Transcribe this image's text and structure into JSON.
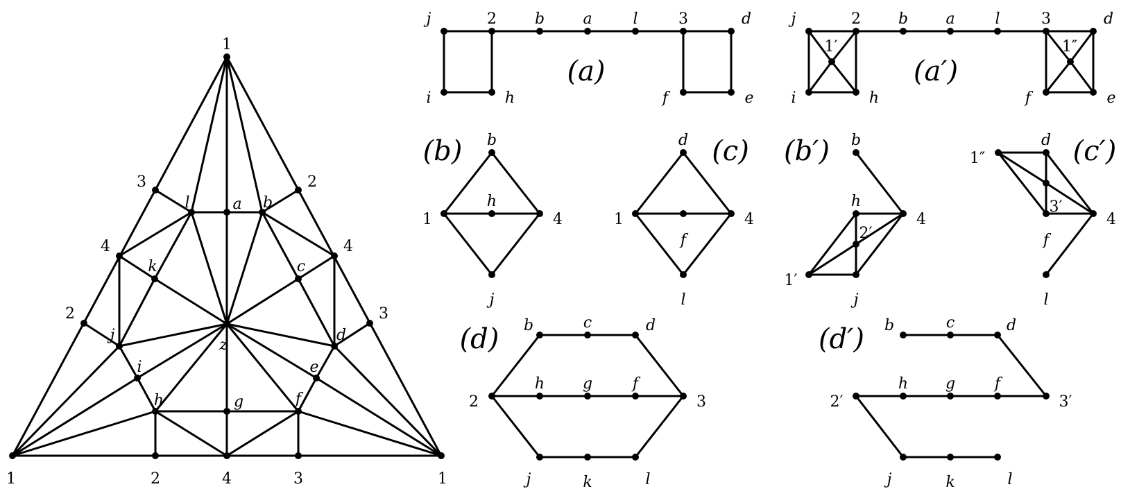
{
  "diagrams": [
    {
      "id": "triangulation",
      "nodes": [
        {
          "id": "t1top",
          "label": "1",
          "style": "num"
        },
        {
          "id": "t1bl",
          "label": "1",
          "style": "num"
        },
        {
          "id": "t1br",
          "label": "1",
          "style": "num"
        },
        {
          "id": "t3L",
          "label": "3",
          "style": "num"
        },
        {
          "id": "t2R",
          "label": "2",
          "style": "num"
        },
        {
          "id": "t4L",
          "label": "4",
          "style": "num"
        },
        {
          "id": "t4R",
          "label": "4",
          "style": "num"
        },
        {
          "id": "t2L",
          "label": "2",
          "style": "num"
        },
        {
          "id": "t3R",
          "label": "3",
          "style": "num"
        },
        {
          "id": "t2B",
          "label": "2",
          "style": "num"
        },
        {
          "id": "t4B",
          "label": "4",
          "style": "num"
        },
        {
          "id": "t3B",
          "label": "3",
          "style": "num"
        },
        {
          "id": "l",
          "label": "l",
          "style": "lbl"
        },
        {
          "id": "a",
          "label": "a",
          "style": "lbl"
        },
        {
          "id": "b",
          "label": "b",
          "style": "lbl"
        },
        {
          "id": "k",
          "label": "k",
          "style": "lbl"
        },
        {
          "id": "c",
          "label": "c",
          "style": "lbl"
        },
        {
          "id": "j",
          "label": "j",
          "style": "lbl"
        },
        {
          "id": "d",
          "label": "d",
          "style": "lbl"
        },
        {
          "id": "z",
          "label": "z",
          "style": "lbl"
        },
        {
          "id": "i",
          "label": "i",
          "style": "lbl"
        },
        {
          "id": "e",
          "label": "e",
          "style": "lbl"
        },
        {
          "id": "h",
          "label": "h",
          "style": "lbl"
        },
        {
          "id": "g",
          "label": "g",
          "style": "lbl"
        },
        {
          "id": "f",
          "label": "f",
          "style": "lbl"
        }
      ],
      "edges": [
        [
          "t1top",
          "t1bl"
        ],
        [
          "t1top",
          "t1br"
        ],
        [
          "t1bl",
          "t1br"
        ],
        [
          "t1top",
          "l"
        ],
        [
          "t1top",
          "a"
        ],
        [
          "t1top",
          "b"
        ],
        [
          "l",
          "a"
        ],
        [
          "a",
          "b"
        ],
        [
          "l",
          "t3L"
        ],
        [
          "b",
          "t2R"
        ],
        [
          "l",
          "t4L"
        ],
        [
          "l",
          "k"
        ],
        [
          "l",
          "z"
        ],
        [
          "a",
          "z"
        ],
        [
          "b",
          "z"
        ],
        [
          "b",
          "c"
        ],
        [
          "b",
          "t4R"
        ],
        [
          "t4L",
          "k"
        ],
        [
          "t4L",
          "j"
        ],
        [
          "t4R",
          "c"
        ],
        [
          "t4R",
          "d"
        ],
        [
          "k",
          "z"
        ],
        [
          "k",
          "j"
        ],
        [
          "c",
          "z"
        ],
        [
          "c",
          "d"
        ],
        [
          "j",
          "t2L"
        ],
        [
          "d",
          "t3R"
        ],
        [
          "j",
          "z"
        ],
        [
          "d",
          "z"
        ],
        [
          "j",
          "t1bl"
        ],
        [
          "d",
          "t1br"
        ],
        [
          "j",
          "i"
        ],
        [
          "d",
          "e"
        ],
        [
          "i",
          "z"
        ],
        [
          "e",
          "z"
        ],
        [
          "i",
          "t1bl"
        ],
        [
          "e",
          "t1br"
        ],
        [
          "i",
          "h"
        ],
        [
          "e",
          "f"
        ],
        [
          "h",
          "z"
        ],
        [
          "f",
          "z"
        ],
        [
          "h",
          "t1bl"
        ],
        [
          "f",
          "t1br"
        ],
        [
          "h",
          "g"
        ],
        [
          "g",
          "f"
        ],
        [
          "g",
          "z"
        ],
        [
          "h",
          "t2B"
        ],
        [
          "h",
          "t4B"
        ],
        [
          "f",
          "t4B"
        ],
        [
          "f",
          "t3B"
        ],
        [
          "g",
          "t4B"
        ],
        [
          "z",
          "t4B"
        ]
      ]
    },
    {
      "id": "a",
      "panel_label": "(a)",
      "nodes": [
        {
          "id": "j",
          "label": "j",
          "style": "lbl"
        },
        {
          "id": "2",
          "label": "2",
          "style": "num"
        },
        {
          "id": "b",
          "label": "b",
          "style": "lbl"
        },
        {
          "id": "a",
          "label": "a",
          "style": "lbl"
        },
        {
          "id": "l",
          "label": "l",
          "style": "lbl"
        },
        {
          "id": "3",
          "label": "3",
          "style": "num"
        },
        {
          "id": "d",
          "label": "d",
          "style": "lbl"
        },
        {
          "id": "i",
          "label": "i",
          "style": "lbl"
        },
        {
          "id": "h",
          "label": "h",
          "style": "lbl"
        },
        {
          "id": "f",
          "label": "f",
          "style": "lbl"
        },
        {
          "id": "e",
          "label": "e",
          "style": "lbl"
        }
      ],
      "edges": [
        [
          "j",
          "2"
        ],
        [
          "2",
          "b"
        ],
        [
          "b",
          "a"
        ],
        [
          "a",
          "l"
        ],
        [
          "l",
          "3"
        ],
        [
          "3",
          "d"
        ],
        [
          "j",
          "i"
        ],
        [
          "i",
          "h"
        ],
        [
          "h",
          "2"
        ],
        [
          "3",
          "f"
        ],
        [
          "f",
          "e"
        ],
        [
          "e",
          "d"
        ]
      ]
    },
    {
      "id": "a-prime",
      "panel_label": "(a′)",
      "nodes": [
        {
          "id": "j",
          "label": "j",
          "style": "lbl"
        },
        {
          "id": "2",
          "label": "2",
          "style": "num"
        },
        {
          "id": "b",
          "label": "b",
          "style": "lbl"
        },
        {
          "id": "a",
          "label": "a",
          "style": "lbl"
        },
        {
          "id": "l",
          "label": "l",
          "style": "lbl"
        },
        {
          "id": "3",
          "label": "3",
          "style": "num"
        },
        {
          "id": "d",
          "label": "d",
          "style": "lbl"
        },
        {
          "id": "i",
          "label": "i",
          "style": "lbl"
        },
        {
          "id": "h",
          "label": "h",
          "style": "lbl"
        },
        {
          "id": "f",
          "label": "f",
          "style": "lbl"
        },
        {
          "id": "e",
          "label": "e",
          "style": "lbl"
        },
        {
          "id": "1p",
          "label": "1′",
          "style": "num"
        },
        {
          "id": "1pp",
          "label": "1″",
          "style": "num"
        }
      ],
      "edges": [
        [
          "j",
          "2"
        ],
        [
          "2",
          "b"
        ],
        [
          "b",
          "a"
        ],
        [
          "a",
          "l"
        ],
        [
          "l",
          "3"
        ],
        [
          "3",
          "d"
        ],
        [
          "j",
          "i"
        ],
        [
          "i",
          "h"
        ],
        [
          "h",
          "2"
        ],
        [
          "3",
          "f"
        ],
        [
          "f",
          "e"
        ],
        [
          "e",
          "d"
        ],
        [
          "j",
          "1p"
        ],
        [
          "1p",
          "h"
        ],
        [
          "2",
          "1p"
        ],
        [
          "1p",
          "i"
        ],
        [
          "3",
          "1pp"
        ],
        [
          "1pp",
          "e"
        ],
        [
          "d",
          "1pp"
        ],
        [
          "1pp",
          "f"
        ]
      ]
    },
    {
      "id": "b",
      "panel_label": "(b)",
      "nodes": [
        {
          "id": "b",
          "label": "b",
          "style": "lbl"
        },
        {
          "id": "1",
          "label": "1",
          "style": "num"
        },
        {
          "id": "h",
          "label": "h",
          "style": "lbl"
        },
        {
          "id": "4",
          "label": "4",
          "style": "num"
        },
        {
          "id": "j",
          "label": "j",
          "style": "lbl"
        }
      ],
      "edges": [
        [
          "b",
          "1"
        ],
        [
          "b",
          "4"
        ],
        [
          "1",
          "h"
        ],
        [
          "h",
          "4"
        ],
        [
          "1",
          "j"
        ],
        [
          "j",
          "4"
        ]
      ]
    },
    {
      "id": "c",
      "panel_label": "(c)",
      "nodes": [
        {
          "id": "d",
          "label": "d",
          "style": "lbl"
        },
        {
          "id": "1",
          "label": "1",
          "style": "num"
        },
        {
          "id": "f",
          "label": "f",
          "style": "lbl"
        },
        {
          "id": "4",
          "label": "4",
          "style": "num"
        },
        {
          "id": "l",
          "label": "l",
          "style": "lbl"
        }
      ],
      "edges": [
        [
          "d",
          "1"
        ],
        [
          "d",
          "4"
        ],
        [
          "1",
          "f"
        ],
        [
          "f",
          "4"
        ],
        [
          "1",
          "l"
        ],
        [
          "l",
          "4"
        ]
      ]
    },
    {
      "id": "b-prime",
      "panel_label": "(b′)",
      "nodes": [
        {
          "id": "b",
          "label": "b",
          "style": "lbl"
        },
        {
          "id": "h",
          "label": "h",
          "style": "lbl"
        },
        {
          "id": "4",
          "label": "4",
          "style": "num"
        },
        {
          "id": "2p",
          "label": "2′",
          "style": "num"
        },
        {
          "id": "1p",
          "label": "1′",
          "style": "num"
        },
        {
          "id": "j",
          "label": "j",
          "style": "lbl"
        }
      ],
      "edges": [
        [
          "b",
          "4"
        ],
        [
          "h",
          "4"
        ],
        [
          "h",
          "2p"
        ],
        [
          "2p",
          "j"
        ],
        [
          "1p",
          "h"
        ],
        [
          "1p",
          "j"
        ],
        [
          "1p",
          "2p"
        ],
        [
          "2p",
          "4"
        ],
        [
          "j",
          "4"
        ]
      ]
    },
    {
      "id": "c-prime",
      "panel_label": "(c′)",
      "nodes": [
        {
          "id": "1pp",
          "label": "1″",
          "style": "num"
        },
        {
          "id": "d",
          "label": "d",
          "style": "lbl"
        },
        {
          "id": "3p",
          "label": "3′",
          "style": "num"
        },
        {
          "id": "4",
          "label": "4",
          "style": "num"
        },
        {
          "id": "f",
          "label": "f",
          "style": "lbl"
        },
        {
          "id": "l",
          "label": "l",
          "style": "lbl"
        }
      ],
      "edges": [
        [
          "1pp",
          "d"
        ],
        [
          "1pp",
          "f"
        ],
        [
          "1pp",
          "3p"
        ],
        [
          "d",
          "3p"
        ],
        [
          "3p",
          "f"
        ],
        [
          "d",
          "4"
        ],
        [
          "3p",
          "4"
        ],
        [
          "f",
          "4"
        ],
        [
          "l",
          "4"
        ]
      ]
    },
    {
      "id": "d",
      "panel_label": "(d)",
      "nodes": [
        {
          "id": "b",
          "label": "b",
          "style": "lbl"
        },
        {
          "id": "c",
          "label": "c",
          "style": "lbl"
        },
        {
          "id": "d",
          "label": "d",
          "style": "lbl"
        },
        {
          "id": "2",
          "label": "2",
          "style": "num"
        },
        {
          "id": "h",
          "label": "h",
          "style": "lbl"
        },
        {
          "id": "g",
          "label": "g",
          "style": "lbl"
        },
        {
          "id": "f",
          "label": "f",
          "style": "lbl"
        },
        {
          "id": "3",
          "label": "3",
          "style": "num"
        },
        {
          "id": "j",
          "label": "j",
          "style": "lbl"
        },
        {
          "id": "k",
          "label": "k",
          "style": "lbl"
        },
        {
          "id": "l",
          "label": "l",
          "style": "lbl"
        }
      ],
      "edges": [
        [
          "b",
          "c"
        ],
        [
          "c",
          "d"
        ],
        [
          "2",
          "h"
        ],
        [
          "h",
          "g"
        ],
        [
          "g",
          "f"
        ],
        [
          "f",
          "3"
        ],
        [
          "j",
          "k"
        ],
        [
          "k",
          "l"
        ],
        [
          "2",
          "b"
        ],
        [
          "2",
          "j"
        ],
        [
          "d",
          "3"
        ],
        [
          "l",
          "3"
        ]
      ]
    },
    {
      "id": "d-prime",
      "panel_label": "(d′)",
      "nodes": [
        {
          "id": "b",
          "label": "b",
          "style": "lbl"
        },
        {
          "id": "c",
          "label": "c",
          "style": "lbl"
        },
        {
          "id": "d",
          "label": "d",
          "style": "lbl"
        },
        {
          "id": "2p",
          "label": "2′",
          "style": "num"
        },
        {
          "id": "h",
          "label": "h",
          "style": "lbl"
        },
        {
          "id": "g",
          "label": "g",
          "style": "lbl"
        },
        {
          "id": "f",
          "label": "f",
          "style": "lbl"
        },
        {
          "id": "3p",
          "label": "3′",
          "style": "num"
        },
        {
          "id": "j",
          "label": "j",
          "style": "lbl"
        },
        {
          "id": "k",
          "label": "k",
          "style": "lbl"
        },
        {
          "id": "l",
          "label": "l",
          "style": "lbl"
        }
      ],
      "edges": [
        [
          "b",
          "c"
        ],
        [
          "c",
          "d"
        ],
        [
          "2p",
          "h"
        ],
        [
          "h",
          "g"
        ],
        [
          "g",
          "f"
        ],
        [
          "f",
          "3p"
        ],
        [
          "j",
          "k"
        ],
        [
          "k",
          "l"
        ],
        [
          "2p",
          "j"
        ],
        [
          "d",
          "3p"
        ]
      ]
    }
  ]
}
